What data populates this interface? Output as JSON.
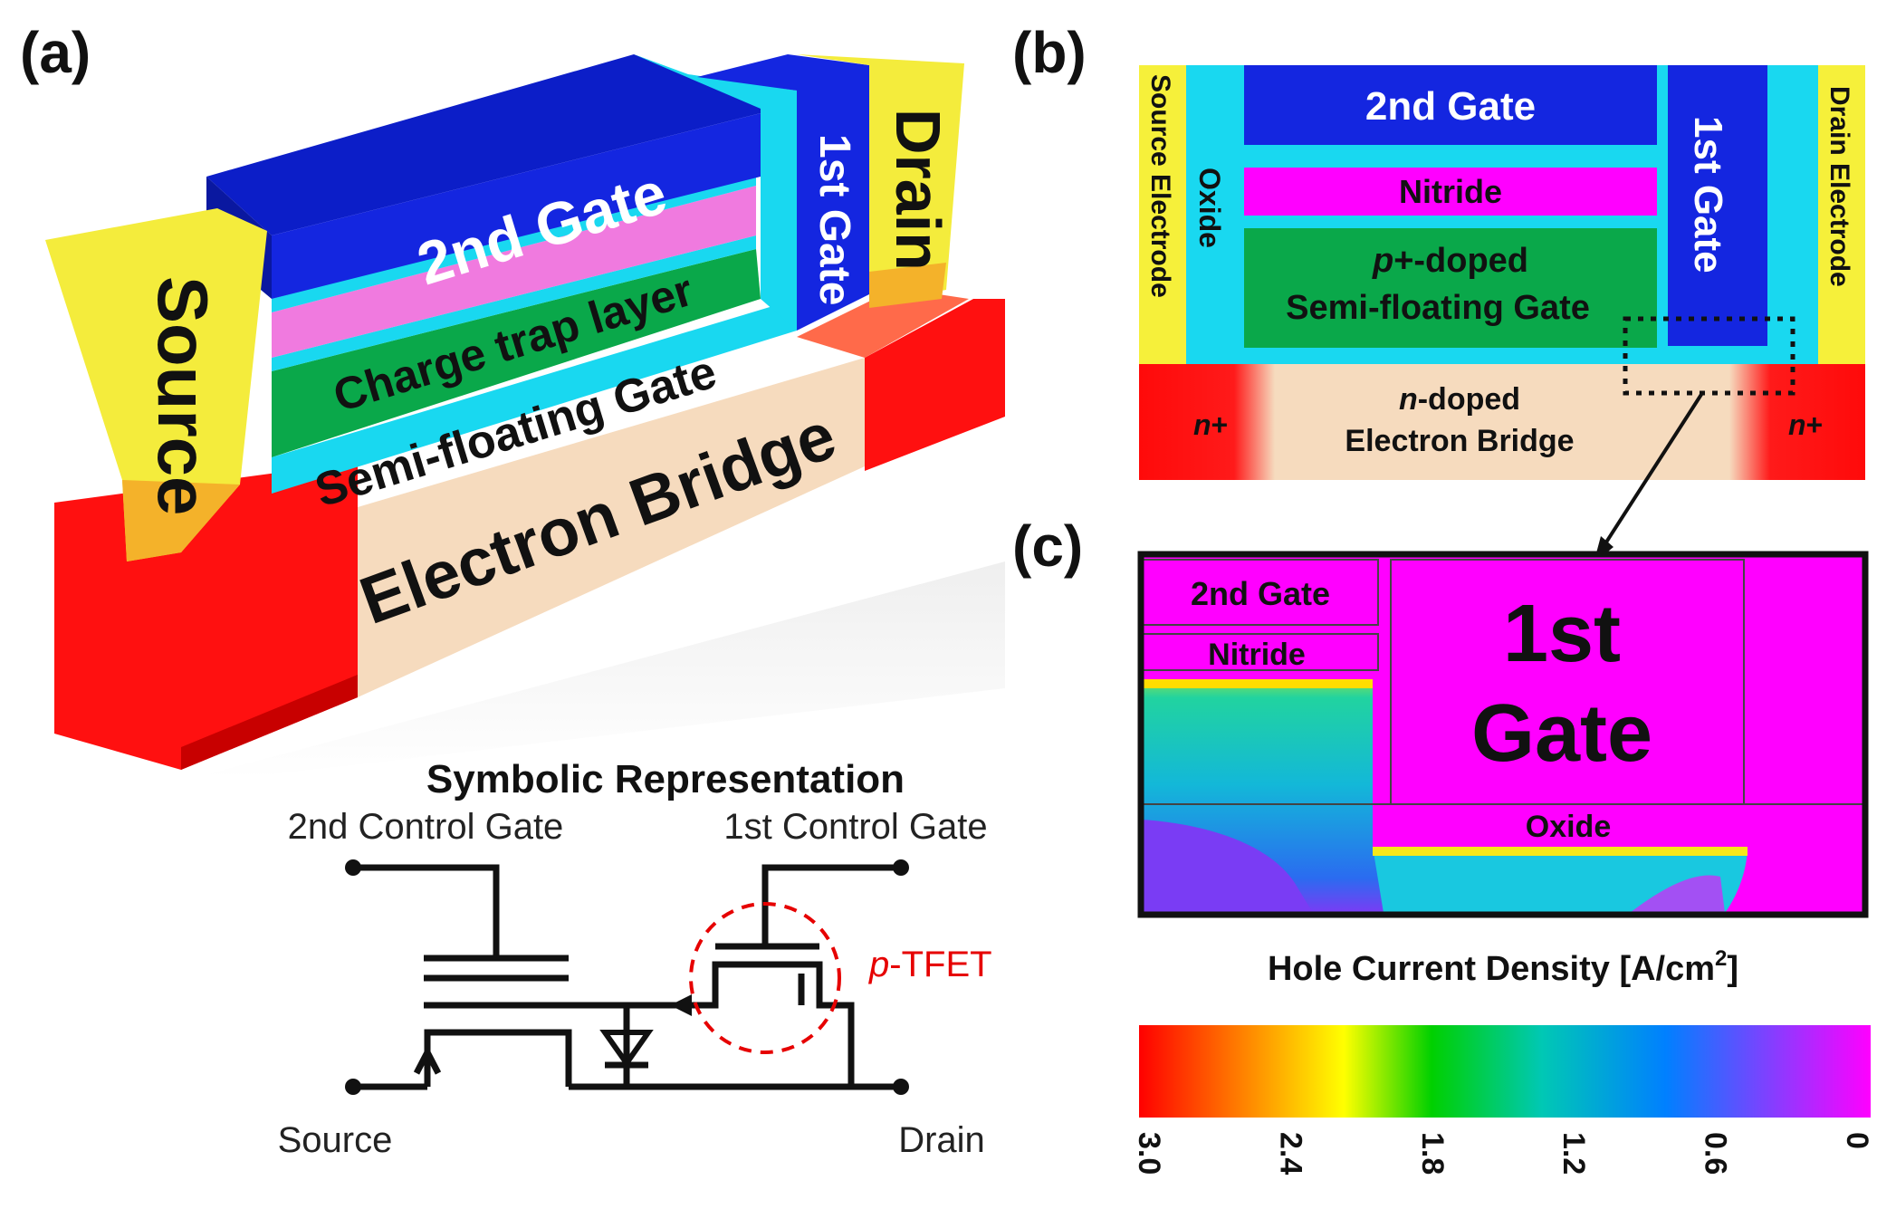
{
  "panels": {
    "a": "(a)",
    "b": "(b)",
    "c": "(c)"
  },
  "device3d": {
    "source": "Source",
    "drain": "Drain",
    "second_gate": "2nd Gate",
    "first_gate": "1st Gate",
    "charge_trap": "Charge trap layer",
    "semi_floating": "Semi-floating Gate",
    "electron_bridge": "Electron Bridge"
  },
  "symbolic": {
    "title": "Symbolic Representation",
    "second_control_gate": "2nd Control Gate",
    "first_control_gate": "1st Control Gate",
    "tfet_italic": "p",
    "tfet_rest": "-TFET",
    "source": "Source",
    "drain": "Drain"
  },
  "cross_section": {
    "source_electrode": "Source Electrode",
    "drain_electrode": "Drain Electrode",
    "oxide": "Oxide",
    "second_gate": "2nd Gate",
    "nitride": "Nitride",
    "first_gate": "1st Gate",
    "sfg_line1_italic": "p",
    "sfg_line1_rest": "+-doped",
    "sfg_line2": "Semi-floating Gate",
    "bridge_line1_italic": "n",
    "bridge_line1_rest": "-doped",
    "bridge_line2": "Electron Bridge",
    "n_plus_italic": "n",
    "n_plus_rest": "+"
  },
  "simulation": {
    "second_gate": "2nd Gate",
    "nitride": "Nitride",
    "first_gate_line1": "1st",
    "first_gate_line2": "Gate",
    "oxide": "Oxide",
    "quantity": "Hole Current  Density [A/cm",
    "quantity_sup": "2",
    "quantity_end": "]"
  },
  "colorbar": {
    "ticks": [
      "3.0",
      "2.4",
      "1.8",
      "1.2",
      "0.6",
      "0"
    ],
    "colors": [
      "#ff0000",
      "#ff8000",
      "#ffff00",
      "#00d000",
      "#00c8b4",
      "#0080ff",
      "#8040ff",
      "#ff00ff"
    ]
  },
  "colors": {
    "gate_blue": "#1426e0",
    "oxide_cyan": "#19d8f0",
    "nitride_magenta": "#ff00ff",
    "charge_trap_pink": "#f07adf",
    "sfg_green": "#0aa84a",
    "bridge_tan": "#f6dbbe",
    "electrode_yellow": "#f6f03a",
    "nplus_red": "#ff0a0a",
    "tfet_red": "#e60000"
  }
}
